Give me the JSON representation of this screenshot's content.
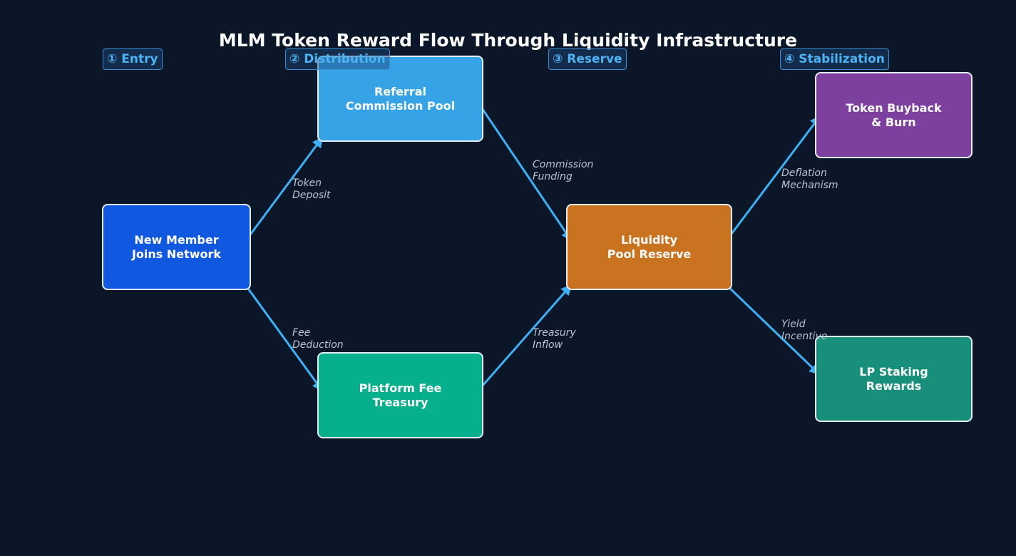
{
  "title": "MLM Token Reward Flow Through Liquidity Infrastructure",
  "stages": {
    "entry": "① Entry",
    "distribution": "② Distribution",
    "reserve": "③ Reserve",
    "stabilization": "④ Stabilization"
  },
  "nodes": {
    "new_member": {
      "label": "New Member\nJoins Network",
      "color": "#1058e0"
    },
    "referral_pool": {
      "label": "Referral\nCommission Pool",
      "color": "#35a3e5"
    },
    "platform_fee": {
      "label": "Platform Fee\nTreasury",
      "color": "#07b08c"
    },
    "liquidity_pool": {
      "label": "Liquidity\nPool Reserve",
      "color": "#c97220"
    },
    "buyback_burn": {
      "label": "Token Buyback\n& Burn",
      "color": "#7e409e"
    },
    "lp_staking": {
      "label": "LP Staking\nRewards",
      "color": "#188f7a"
    }
  },
  "edges": {
    "token_deposit": "Token\nDeposit",
    "fee_deduction": "Fee\nDeduction",
    "commission_funding": "Commission\nFunding",
    "treasury_inflow": "Treasury\nInflow",
    "deflation_mechanism": "Deflation\nMechanism",
    "yield_incentive": "Yield\nIncentive"
  },
  "colors": {
    "background": "#0b1728",
    "arrow": "#3fb0f5",
    "stage_text": "#4eb3f5",
    "node_border": "#e6edf5"
  }
}
